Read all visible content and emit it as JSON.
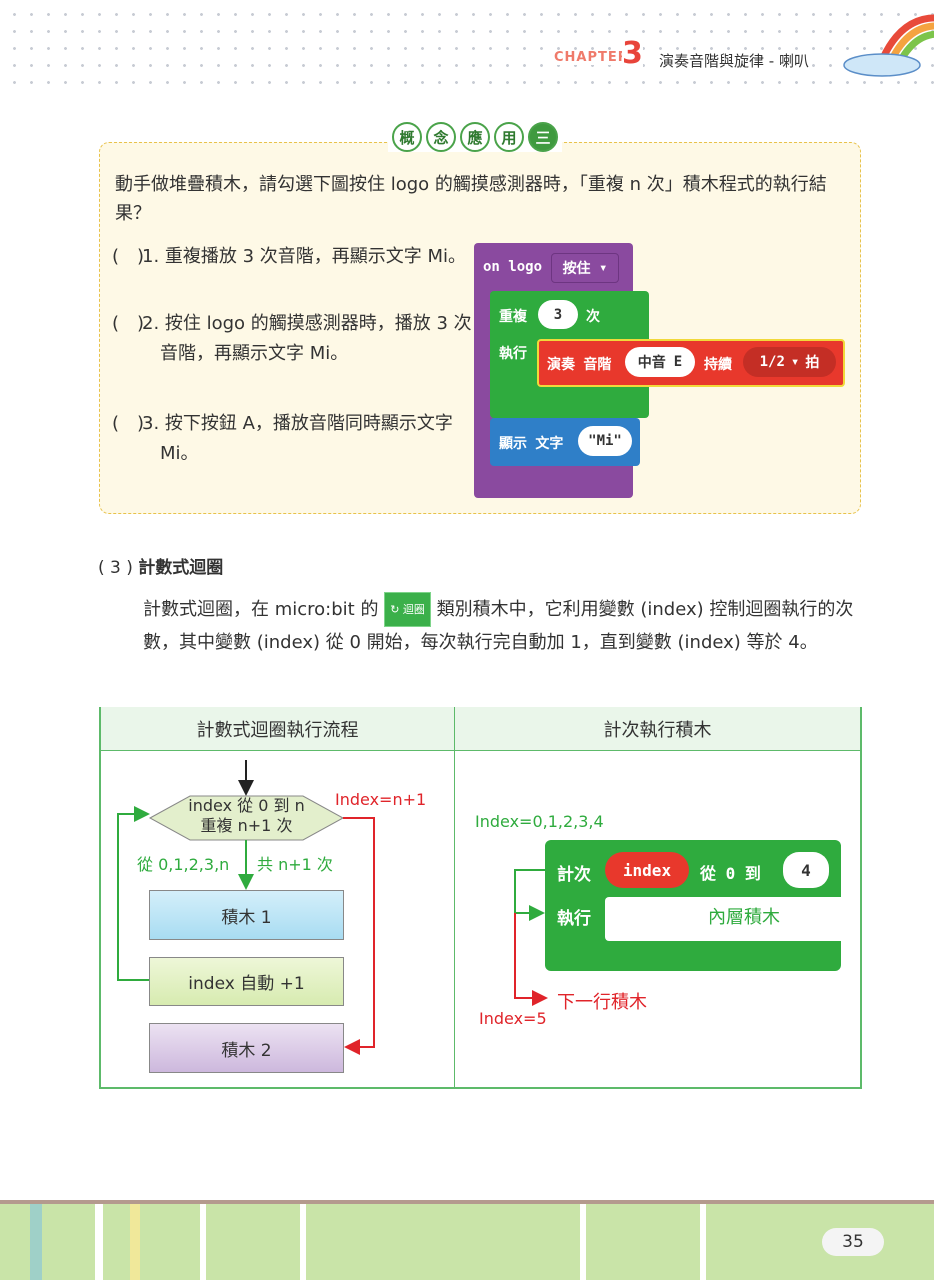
{
  "header": {
    "chapter_label": "CHAPTER",
    "chapter_number": "3",
    "chapter_title": "演奏音階與旋律 - 喇叭"
  },
  "concept": {
    "badges": [
      "概",
      "念",
      "應",
      "用",
      "三"
    ],
    "question": "動手做堆疊積木，請勾選下圖按住 logo 的觸摸感測器時，「重複 n 次」積木程式的執行結果？",
    "options": [
      {
        "paren": "(　)",
        "text": "1. 重複播放 3 次音階，再顯示文字 Mi。"
      },
      {
        "paren": "(　)",
        "text": "2. 按住 logo 的觸摸感測器時，播放 3 次音階，再顯示文字 Mi。"
      },
      {
        "paren": "(　)",
        "text": "3. 按下按鈕 A，播放音階同時顯示文字 Mi。"
      }
    ],
    "blocks": {
      "on_logo": "on logo",
      "press": "按住",
      "repeat": "重複",
      "times_value": "3",
      "times": "次",
      "do": "執行",
      "play": "演奏 音階",
      "note": "中音",
      "note_letter": "E",
      "duration": "持續",
      "beat_value": "1/2",
      "beat": "拍",
      "show": "顯示 文字",
      "text_value": "\"Mi\""
    }
  },
  "section": {
    "number": "( 3 )",
    "title": "計數式迴圈",
    "para_before": "計數式迴圈，在 micro:bit 的",
    "chip": "迴圈",
    "para_after": "類別積木中，它利用變數 (index) 控制迴圈執行的次數，其中變數 (index) 從 0 開始，每次執行完自動加 1，直到變數 (index) 等於 4。"
  },
  "table": {
    "headers": [
      "計數式迴圈執行流程",
      "計次執行積木"
    ],
    "flow": {
      "diamond_line1": "index 從 0 到 n",
      "diamond_line2": "重複 n+1 次",
      "index_next": "Index=n+1",
      "range": "從 0,1,2,3,n",
      "count": "共 n+1 次",
      "block1": "積木 1",
      "increment": "index 自動 +1",
      "block2": "積木 2"
    },
    "block": {
      "range_label": "Index=0,1,2,3,4",
      "for": "計次",
      "var": "index",
      "from": "從 0 到",
      "to_value": "4",
      "do": "執行",
      "inner": "內層積木",
      "next": "下一行積木",
      "end_label": "Index=5"
    }
  },
  "footer": {
    "page_number": "35"
  },
  "colors": {
    "purple": "#8a4a9f",
    "green": "#2fab3e",
    "red": "#e8382c",
    "blue": "#2f7fc8"
  }
}
